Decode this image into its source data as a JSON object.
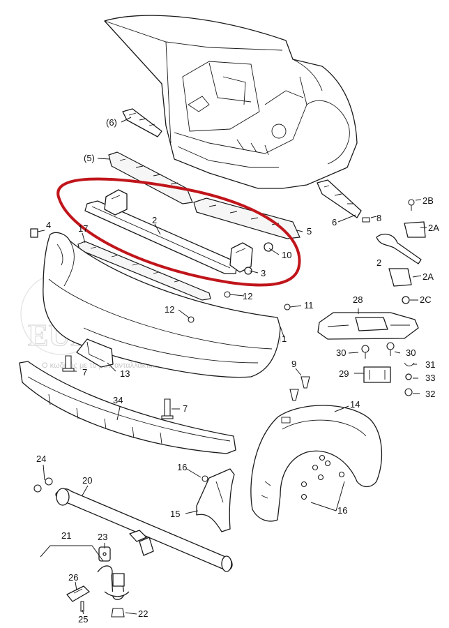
{
  "watermark": {
    "logo": "EUROKARPARTS",
    "tagline": "Ο κωδικός με το μάτι ανταλλακτικών ηλεκτρονικά κατάλογο"
  },
  "highlight_color": "#c0151b",
  "callouts": {
    "p1": "1",
    "p2": "2",
    "p2_alt": "2",
    "p2a_1": "2A",
    "p2a_2": "2A",
    "p2b": "2B",
    "p2c": "2C",
    "p3": "3",
    "p4": "4",
    "p5": "5",
    "p5_paren": "(5)",
    "p6": "6",
    "p6_paren": "(6)",
    "p7_a": "7",
    "p7_b": "7",
    "p8": "8",
    "p9": "9",
    "p10": "10",
    "p11": "11",
    "p12_a": "12",
    "p12_b": "12",
    "p13": "13",
    "p14": "14",
    "p15": "15",
    "p16_a": "16",
    "p16_b": "16",
    "p17": "17",
    "p20": "20",
    "p21": "21",
    "p22": "22",
    "p23": "23",
    "p24": "24",
    "p25": "25",
    "p26": "26",
    "p28": "28",
    "p29": "29",
    "p30_a": "30",
    "p30_b": "30",
    "p31": "31",
    "p32": "32",
    "p33": "33",
    "p34": "34"
  }
}
